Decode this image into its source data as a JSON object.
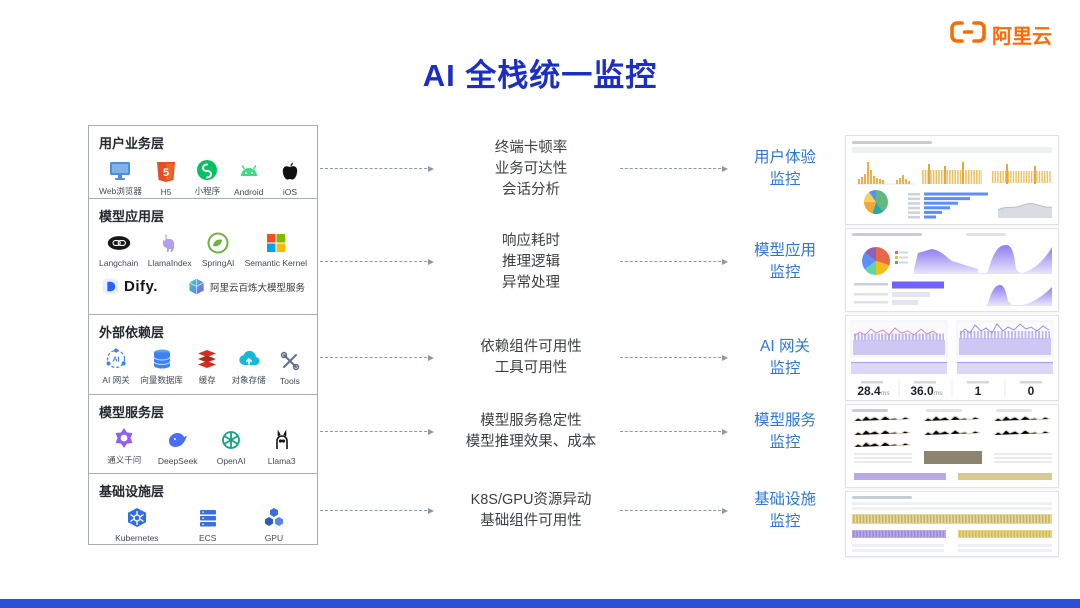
{
  "slide": {
    "title": "AI 全栈统一监控",
    "logo_text": "阿里云",
    "colors": {
      "title_blue": "#1b2ec5",
      "label_blue": "#2e78d2",
      "logo_orange": "#ff6a00",
      "footer_blue": "#2b4fd8",
      "box_border_gray": "#a6adb5"
    }
  },
  "stack": {
    "layers": [
      {
        "name": "用户业务层",
        "items": [
          {
            "label": "Web浏览器",
            "icon": "web-browser-icon"
          },
          {
            "label": "H5",
            "icon": "html5-icon"
          },
          {
            "label": "小程序",
            "icon": "miniprogram-icon"
          },
          {
            "label": "Android",
            "icon": "android-icon"
          },
          {
            "label": "iOS",
            "icon": "apple-icon"
          }
        ]
      },
      {
        "name": "模型应用层",
        "items": [
          {
            "label": "Langchain",
            "icon": "langchain-icon"
          },
          {
            "label": "LlamaIndex",
            "icon": "llamaindex-icon"
          },
          {
            "label": "SpringAI",
            "icon": "spring-icon"
          },
          {
            "label": "Semantic Kernel",
            "icon": "semantic-kernel-icon"
          },
          {
            "label": "Dify.",
            "icon": "dify-icon"
          },
          {
            "label": "阿里云百炼大模型服务",
            "icon": "bailian-cube-icon"
          }
        ]
      },
      {
        "name": "外部依赖层",
        "items": [
          {
            "label": "AI 网关",
            "icon": "ai-gateway-icon"
          },
          {
            "label": "向量数据库",
            "icon": "vector-database-icon"
          },
          {
            "label": "缓存",
            "icon": "redis-cache-icon"
          },
          {
            "label": "对象存储",
            "icon": "object-storage-icon"
          },
          {
            "label": "Tools",
            "icon": "tools-icon"
          }
        ]
      },
      {
        "name": "模型服务层",
        "items": [
          {
            "label": "通义千问",
            "icon": "qwen-icon"
          },
          {
            "label": "DeepSeek",
            "icon": "deepseek-icon"
          },
          {
            "label": "OpenAI",
            "icon": "openai-icon"
          },
          {
            "label": "Llama3",
            "icon": "llama-icon"
          }
        ]
      },
      {
        "name": "基础设施层",
        "items": [
          {
            "label": "Kubernetes",
            "icon": "kubernetes-icon"
          },
          {
            "label": "ECS",
            "icon": "ecs-icon"
          },
          {
            "label": "GPU",
            "icon": "gpu-icon"
          }
        ]
      }
    ]
  },
  "flows": [
    {
      "metrics": [
        "终端卡顿率",
        "业务可达性",
        "会话分析"
      ],
      "target": [
        "用户体验",
        "监控"
      ]
    },
    {
      "metrics": [
        "响应耗时",
        "推理逻辑",
        "异常处理"
      ],
      "target": [
        "模型应用",
        "监控"
      ]
    },
    {
      "metrics": [
        "依赖组件可用性",
        "工具可用性"
      ],
      "target": [
        "AI 网关",
        "监控"
      ]
    },
    {
      "metrics": [
        "模型服务稳定性",
        "模型推理效果、成本"
      ],
      "target": [
        "模型服务",
        "监控"
      ]
    },
    {
      "metrics": [
        "K8S/GPU资源异动",
        "基础组件可用性"
      ],
      "target": [
        "基础设施",
        "监控"
      ]
    }
  ],
  "dashboards": {
    "gateway_metrics": [
      {
        "value": "28.4",
        "unit": "ms"
      },
      {
        "value": "36.0",
        "unit": "ms"
      },
      {
        "value": "1",
        "unit": ""
      },
      {
        "value": "0",
        "unit": ""
      }
    ]
  }
}
